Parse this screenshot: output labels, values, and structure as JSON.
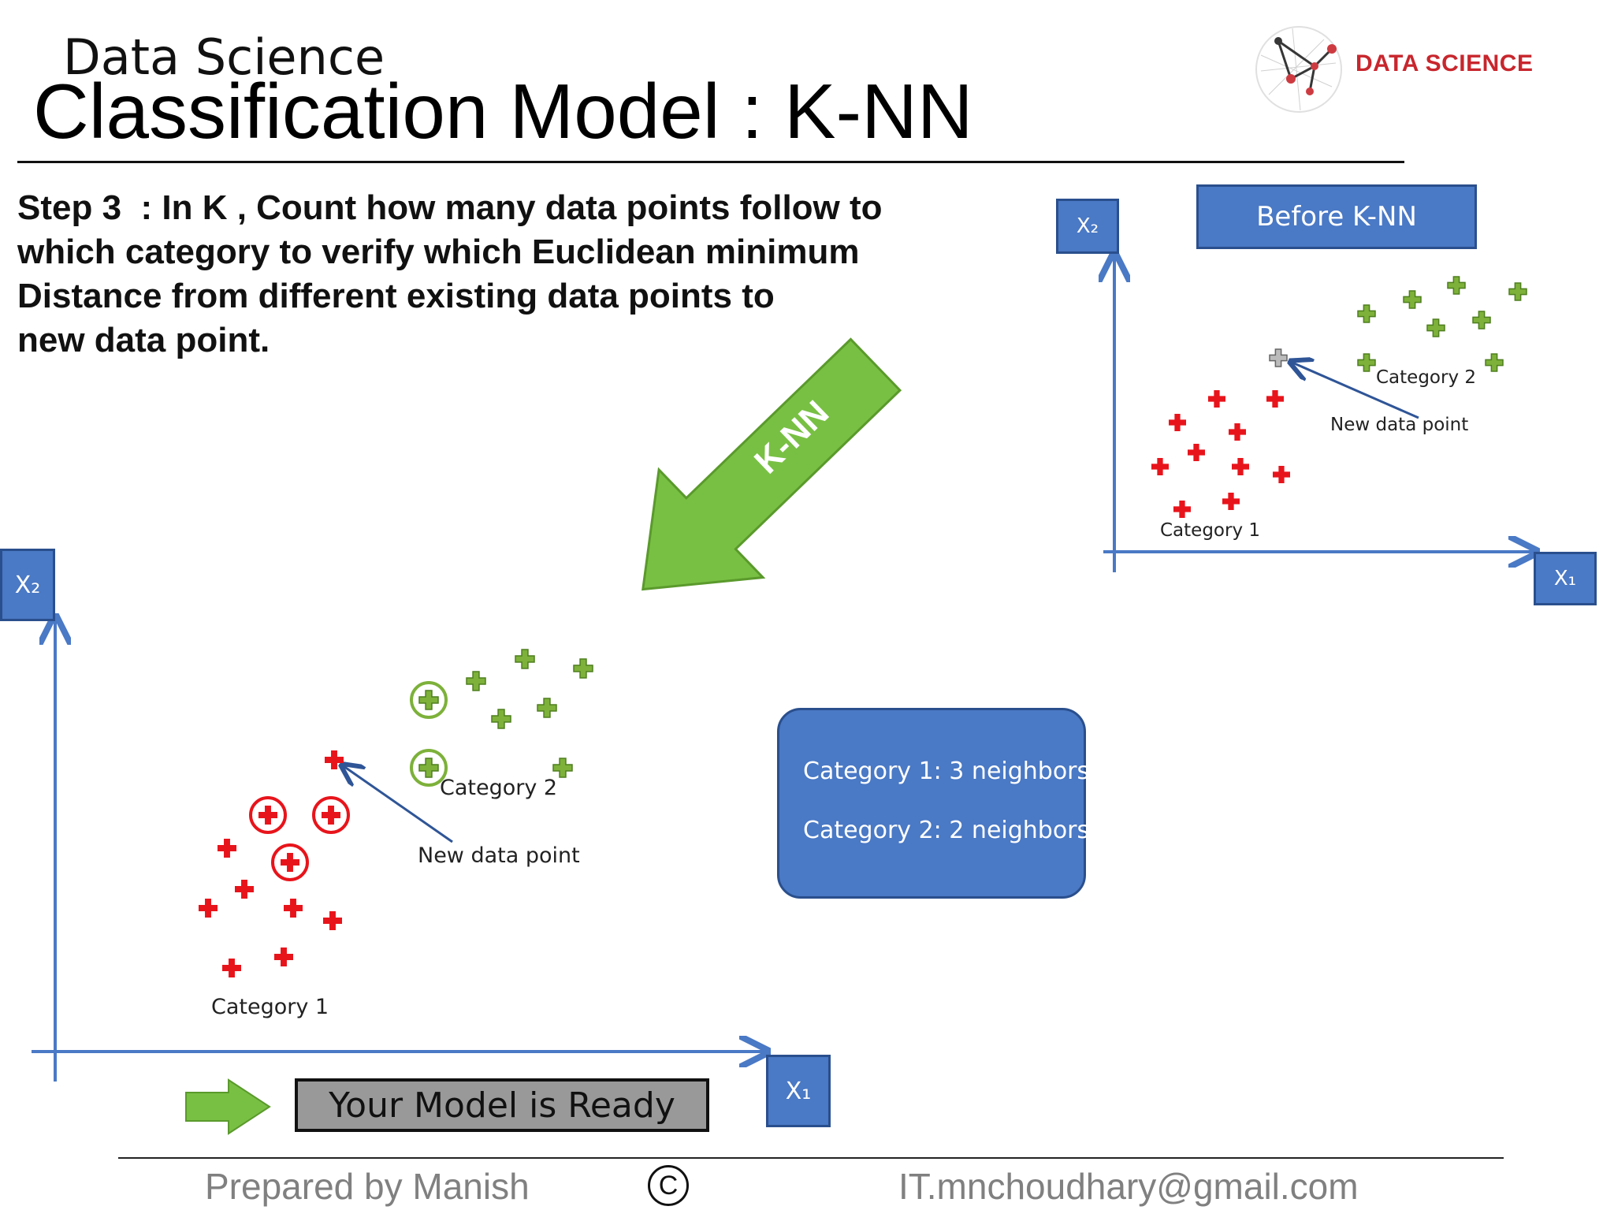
{
  "header": {
    "subtitle": "Data Science",
    "title": "Classification Model : K-NN",
    "logo_text": "DATA SCIENCE"
  },
  "step": {
    "lines": [
      "Step 3  : In K , Count how many data points follow to",
      "which category to verify which Euclidean minimum",
      "Distance from different existing data points to",
      "new data point."
    ]
  },
  "knn_arrow_label": "K-NN",
  "before_panel": {
    "title": "Before K-NN",
    "x_axis": "X₁",
    "y_axis": "X₂",
    "category2_label": "Category 2",
    "category1_label": "Category 1",
    "new_point_label": "New data point"
  },
  "after_panel": {
    "x_axis": "X₁",
    "y_axis": "X₂",
    "category2_label": "Category 2",
    "category1_label": "Category 1",
    "new_point_label": "New data point"
  },
  "neighbors": {
    "line1": "Category 1: 3 neighbors",
    "line2": "Category 2: 2 neighbors"
  },
  "ready_text": "Your Model is Ready",
  "footer": {
    "left": "Prepared by Manish",
    "copyright": "C",
    "right": "IT.mnchoudhary@gmail.com"
  },
  "colors": {
    "accent_blue": "#4a79c5",
    "category1_red": "#e8141b",
    "category2_green": "#7db13a",
    "arrow_green": "#78c043",
    "logo_red": "#c8262d"
  }
}
